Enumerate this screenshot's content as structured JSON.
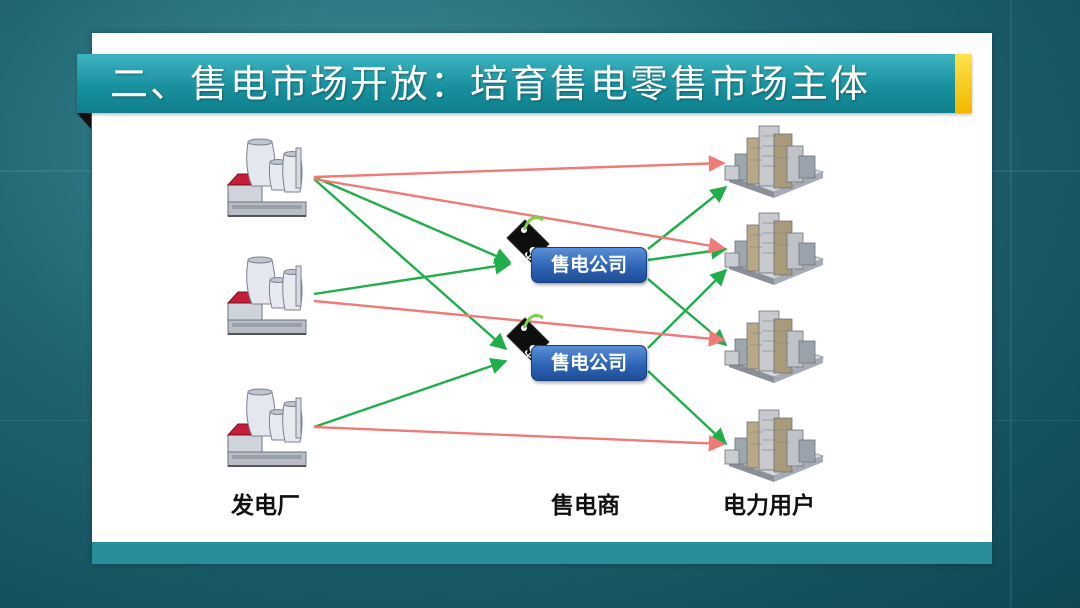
{
  "title": "二、售电市场开放：培育售电零售市场主体",
  "companies": [
    {
      "label": "售电公司"
    },
    {
      "label": "售电公司"
    }
  ],
  "column_labels": {
    "generators": "发电厂",
    "retailers": "售电商",
    "consumers": "电力用户"
  },
  "colors": {
    "direct_trade_arrow": "#f07a78",
    "retail_arrow": "#1fae4a",
    "title_bar": "#19919f",
    "company_box": "#2e64b6"
  },
  "icons": {
    "generator": "power-plant-icon",
    "consumer": "city-buildings-icon",
    "price_tag": "dollar-price-tag-icon"
  }
}
